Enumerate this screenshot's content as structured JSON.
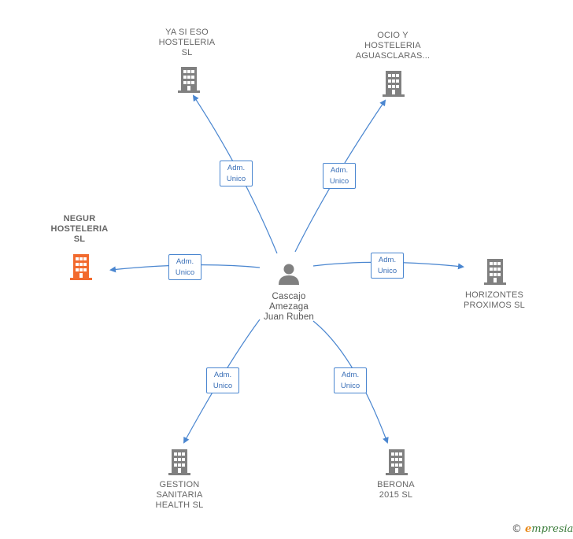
{
  "center": {
    "name": "Cascajo\nAmezaga\nJuan Ruben"
  },
  "companies": [
    {
      "id": "ya-si-eso",
      "name": "YA SI ESO\nHOSTELERIA\nSL",
      "highlight": false
    },
    {
      "id": "ocio",
      "name": "OCIO Y\nHOSTELERIA\nAGUASCLARAS...",
      "highlight": false
    },
    {
      "id": "negur",
      "name": "NEGUR\nHOSTELERIA\nSL",
      "highlight": true
    },
    {
      "id": "horizontes",
      "name": "HORIZONTES\nPROXIMOS  SL",
      "highlight": false
    },
    {
      "id": "gestion",
      "name": "GESTION\nSANITARIA\nHEALTH  SL",
      "highlight": false
    },
    {
      "id": "berona",
      "name": "BERONA\n2015  SL",
      "highlight": false
    }
  ],
  "relations": [
    {
      "to": "ya-si-eso",
      "label": "Adm.\nUnico"
    },
    {
      "to": "ocio",
      "label": "Adm.\nUnico"
    },
    {
      "to": "negur",
      "label": "Adm.\nUnico"
    },
    {
      "to": "horizontes",
      "label": "Adm.\nUnico"
    },
    {
      "to": "gestion",
      "label": "Adm.\nUnico"
    },
    {
      "to": "berona",
      "label": "Adm.\nUnico"
    }
  ],
  "colors": {
    "edge": "#4a86d0",
    "building": "#808080",
    "highlight_building": "#f26a2e",
    "person": "#808080"
  },
  "icons": {
    "company": "building-icon",
    "person": "person-icon"
  },
  "footer": {
    "copyright": "©",
    "brand_initial": "e",
    "brand_rest": "mpresia"
  }
}
